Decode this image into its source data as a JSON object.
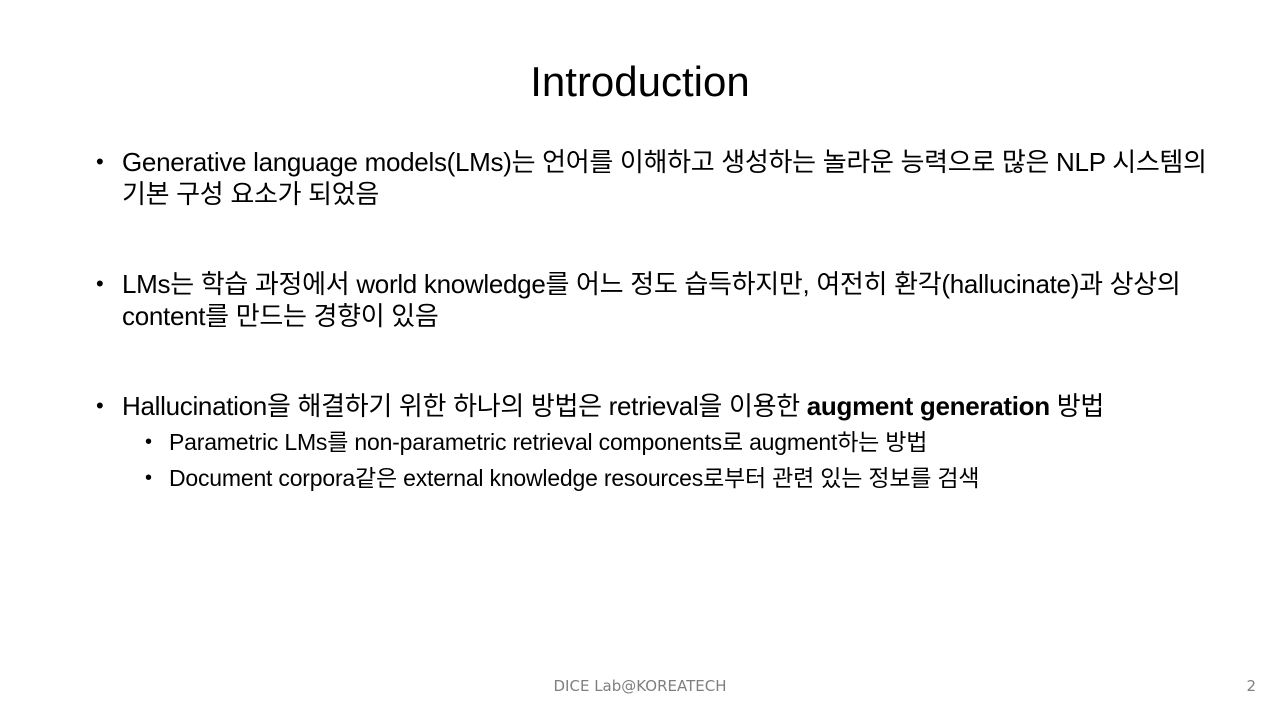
{
  "slide": {
    "title": "Introduction",
    "bullets": [
      {
        "text": "Generative language models(LMs)는 언어를 이해하고 생성하는 놀라운 능력으로 많은 NLP 시스템의 기본 구성 요소가 되었음"
      },
      {
        "text": "LMs는 학습 과정에서 world knowledge를 어느 정도 습득하지만, 여전히 환각(hallucinate)과 상상의 content를 만드는 경향이 있음"
      },
      {
        "text_before": "Hallucination을 해결하기 위한 하나의 방법은 retrieval을 이용한 ",
        "text_bold": "augment generation",
        "text_after": " 방법",
        "subs": [
          "Parametric LMs를 non-parametric retrieval components로 augment하는 방법",
          "Document corpora같은 external knowledge resources로부터 관련 있는 정보를 검색"
        ]
      }
    ],
    "bullet_symbol": "•"
  },
  "footer": {
    "text": "DICE Lab@KOREATECH",
    "page_number": "2"
  }
}
